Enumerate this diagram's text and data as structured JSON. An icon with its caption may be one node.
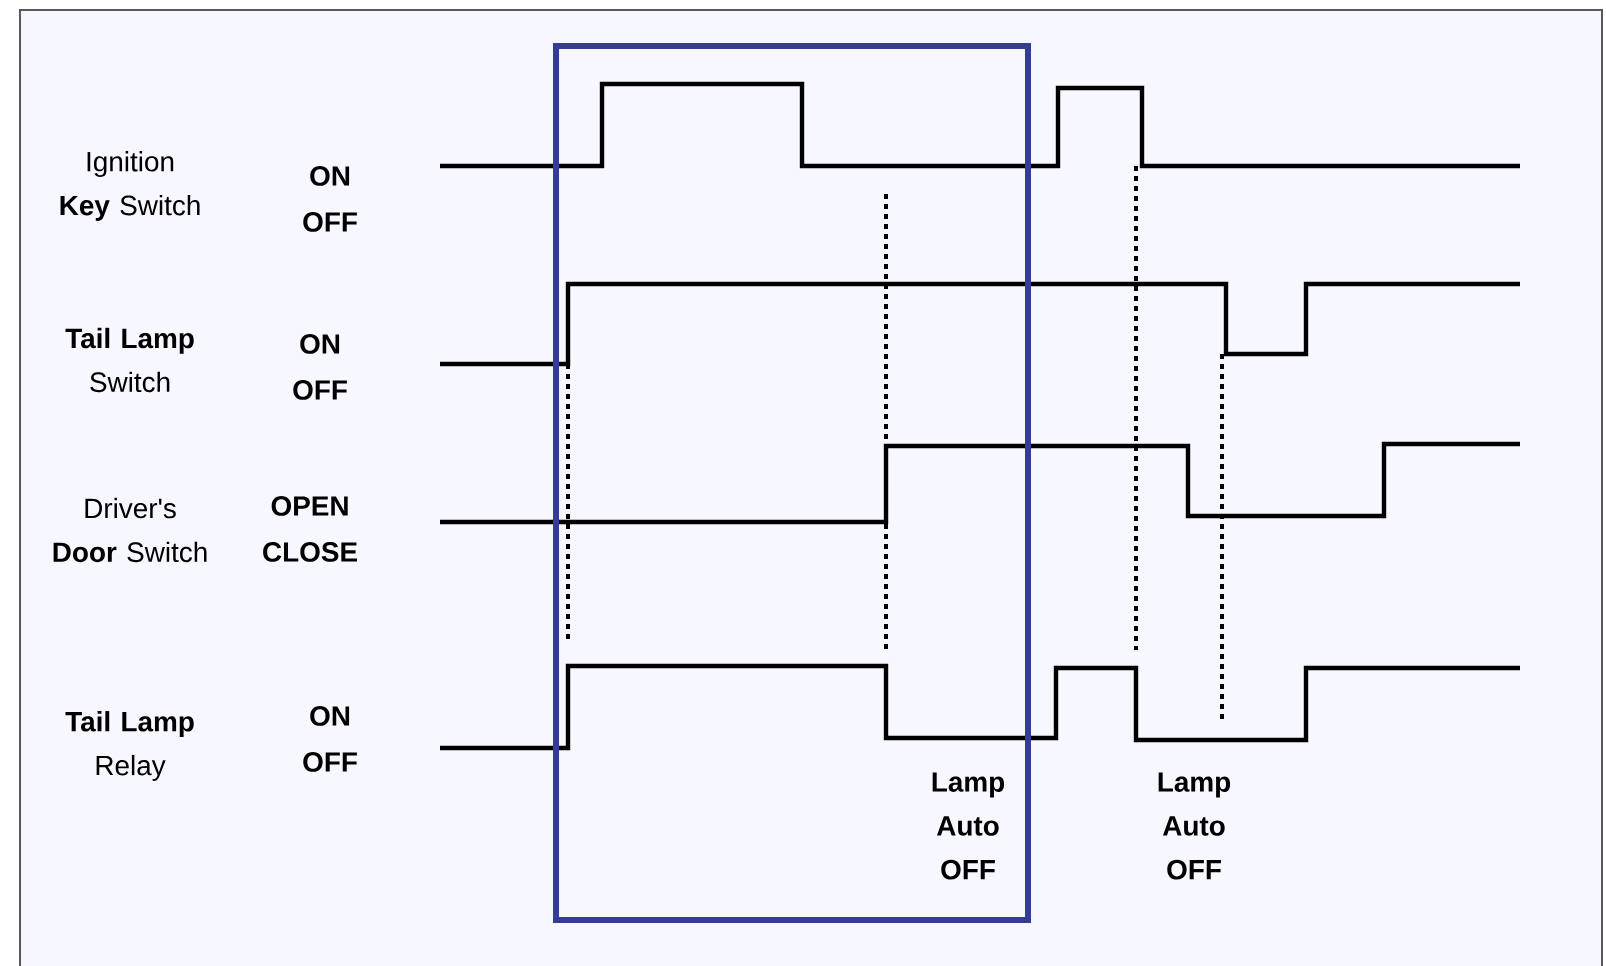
{
  "diagram": {
    "labels": [
      "Ignition **Key** Switch",
      "ON",
      "OFF",
      "**Tail Lamp** Switch",
      "ON",
      "OFF",
      "Driver's **Door** Switch",
      "OPEN",
      "CLOSE",
      "**Tail Lamp** Relay",
      "ON",
      "OFF",
      "Lamp Auto OFF",
      "Lamp Auto OFF"
    ]
  }
}
